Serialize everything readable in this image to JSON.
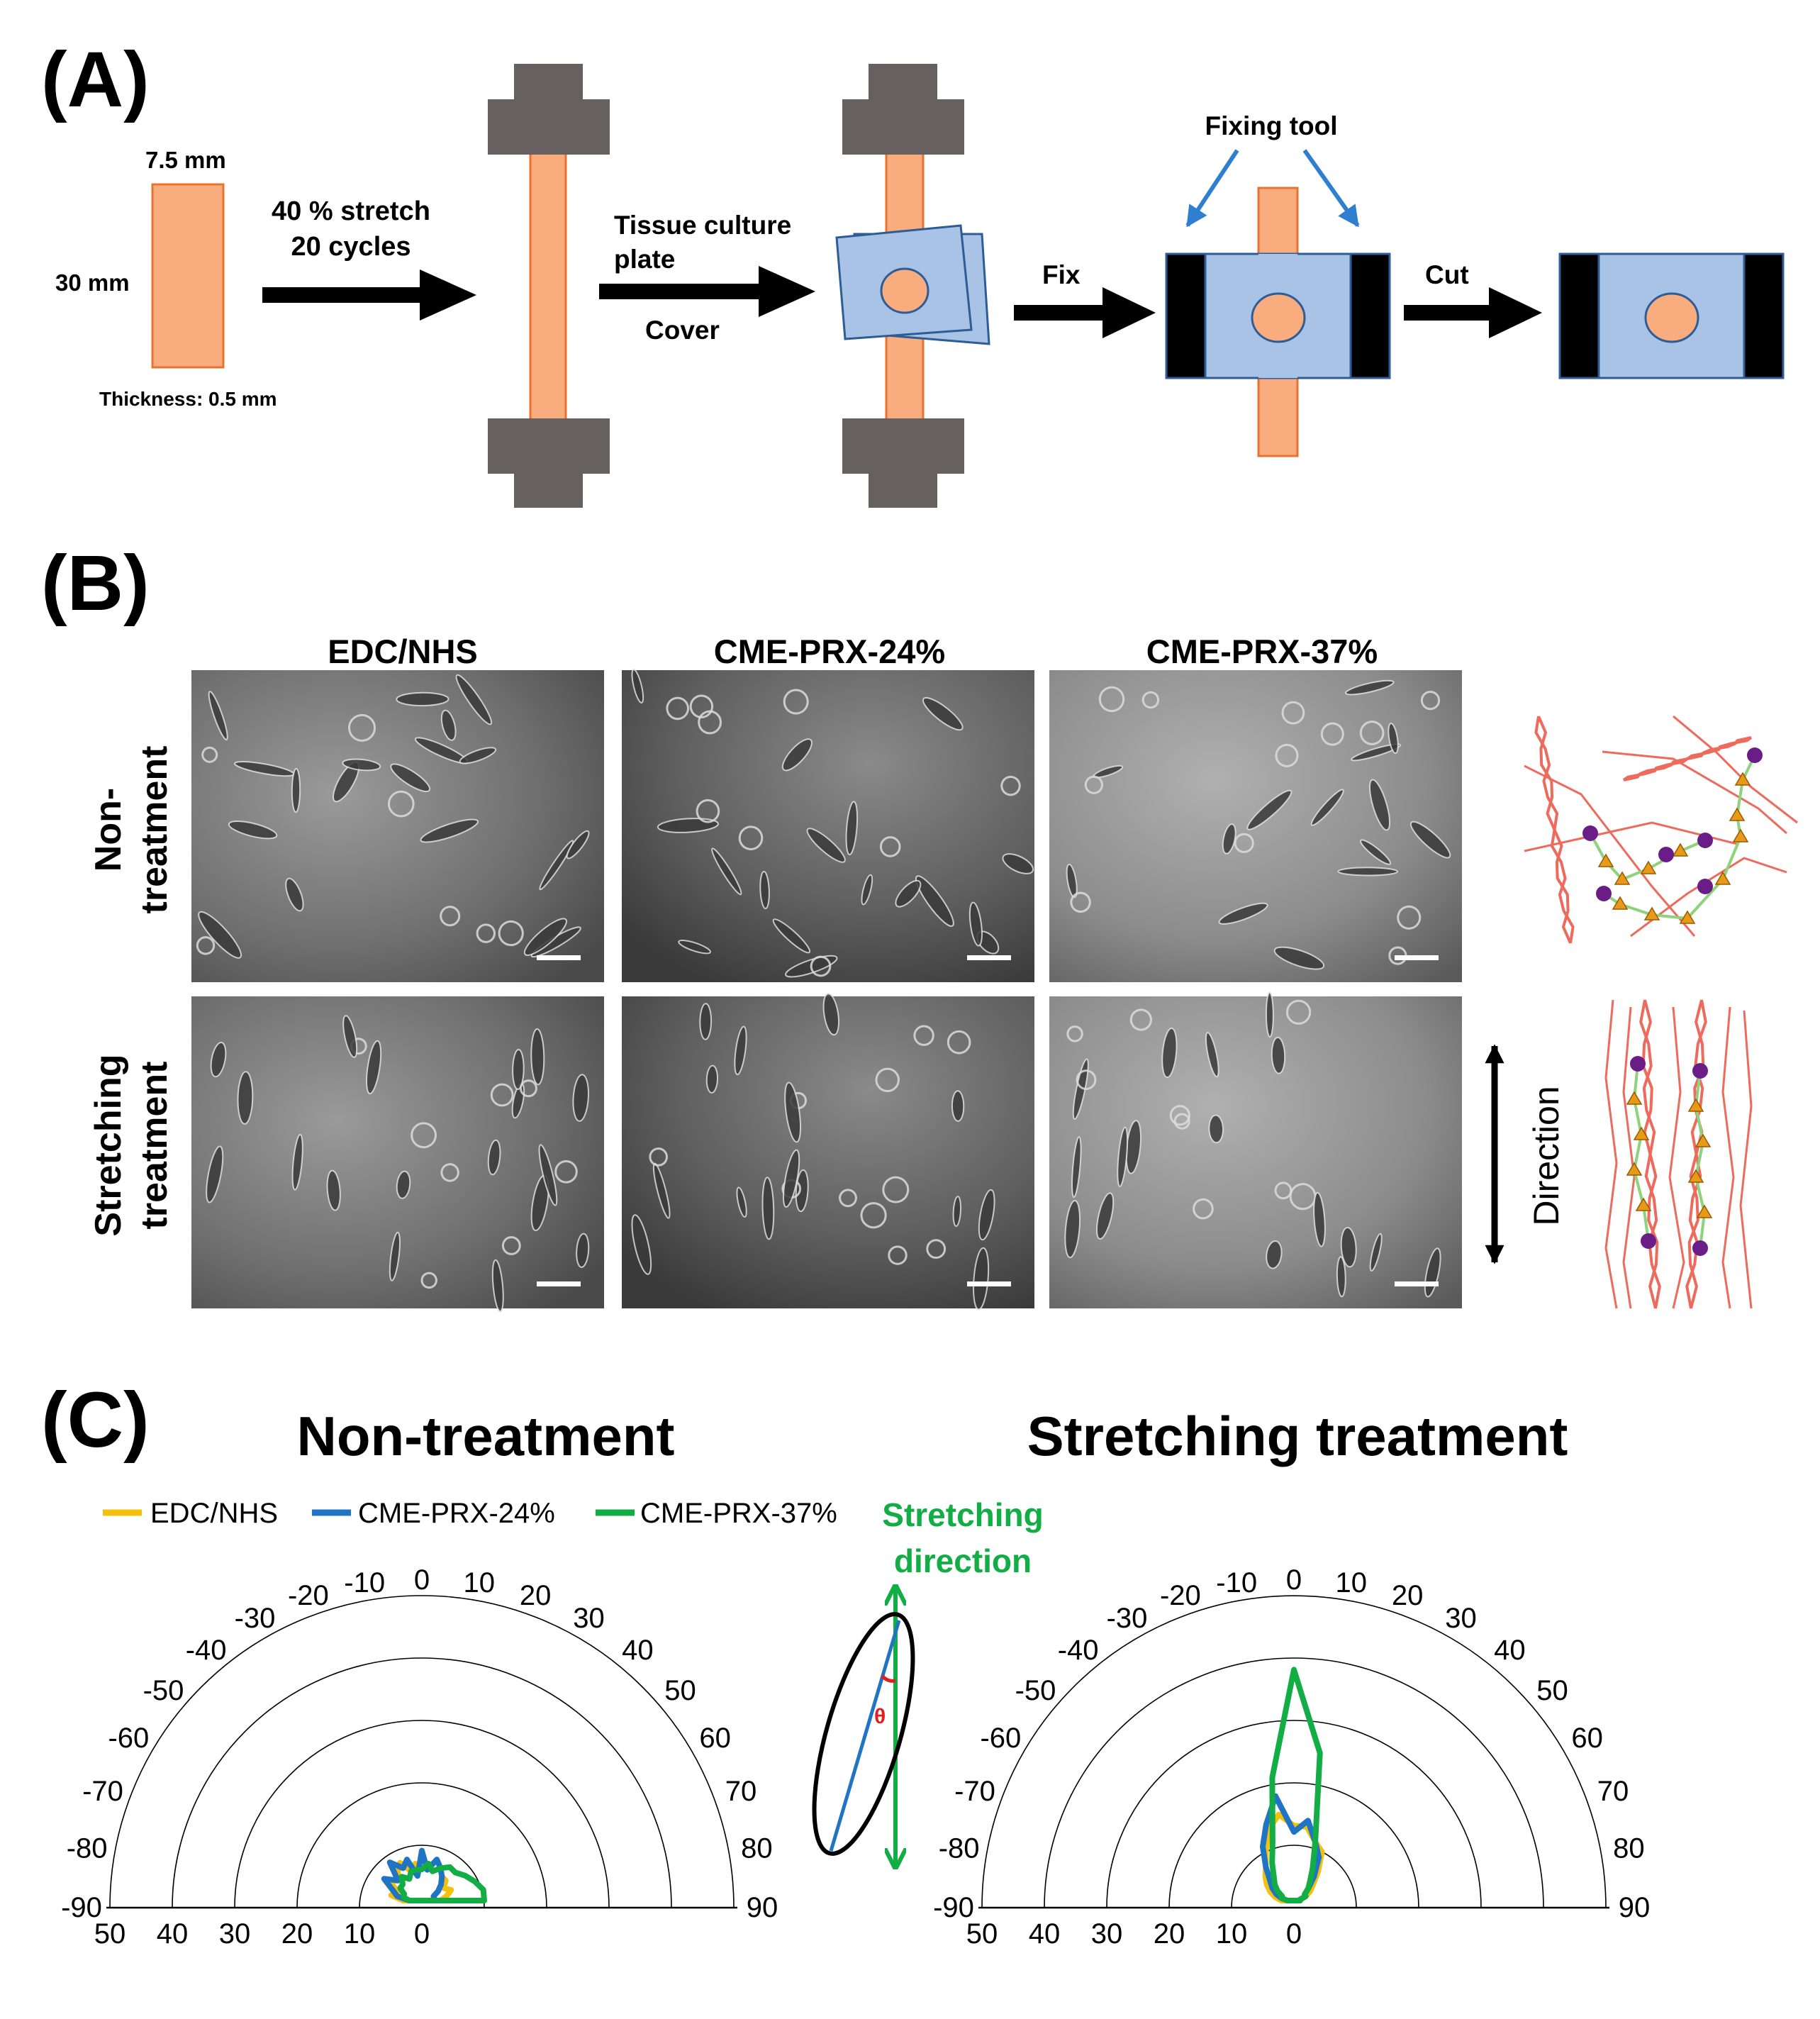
{
  "panels": {
    "A": {
      "label": "(A)",
      "dims": {
        "width": "7.5 mm",
        "length": "30 mm",
        "thickness": "Thickness: 0.5 mm"
      },
      "step1": {
        "line1": "40 % stretch",
        "line2": "20 cycles"
      },
      "step2": {
        "line1": "Tissue culture",
        "line2": "plate",
        "line3": "Cover"
      },
      "step3": "Fix",
      "step4": "Cut",
      "fixing_tool": "Fixing tool"
    },
    "B": {
      "label": "(B)",
      "columns": [
        "EDC/NHS",
        "CME-PRX-24%",
        "CME-PRX-37%"
      ],
      "rows": [
        {
          "line1": "Non-",
          "line2": "treatment"
        },
        {
          "line1": "Stretching",
          "line2": "treatment"
        }
      ],
      "direction": "Direction"
    },
    "C": {
      "label": "(C)",
      "left_title": "Non-treatment",
      "right_title": "Stretching treatment",
      "legend": [
        "EDC/NHS",
        "CME-PRX-24%",
        "CME-PRX-37%"
      ],
      "stretch_label": {
        "line1": "Stretching",
        "line2": "direction"
      },
      "theta": "θ"
    }
  },
  "colors": {
    "strip": "#f9ad7f",
    "strip_edge": "#e8732e",
    "clamp": "#666060",
    "plate": "#a9c3e6",
    "plate_edge": "#2e5c96",
    "arrow_blue": "#2f7fd0",
    "edc": "#f3c00e",
    "prx24": "#1f74c4",
    "prx37": "#12ad44",
    "fiber": "#ee6a5d",
    "sphere": "#6a1d86",
    "ring": "#e69a18",
    "axle": "#8ed27b",
    "label_green": "#12ad44"
  },
  "chart_data": [
    {
      "type": "polar",
      "title": "Non-treatment",
      "angle_ticks": [
        -90,
        -80,
        -70,
        -60,
        -50,
        -40,
        -30,
        -20,
        -10,
        0,
        10,
        20,
        30,
        40,
        50,
        60,
        70,
        80,
        90
      ],
      "radial_ticks": [
        50,
        40,
        30,
        20,
        10,
        0
      ],
      "rmax": 50,
      "series": [
        {
          "name": "EDC/NHS",
          "points": [
            [
              -90,
              3
            ],
            [
              -80,
              5
            ],
            [
              -70,
              4
            ],
            [
              -60,
              6
            ],
            [
              -50,
              5
            ],
            [
              -40,
              6
            ],
            [
              -30,
              7
            ],
            [
              -20,
              5
            ],
            [
              -10,
              6
            ],
            [
              0,
              5
            ],
            [
              10,
              6
            ],
            [
              20,
              5
            ],
            [
              30,
              6
            ],
            [
              40,
              5
            ],
            [
              50,
              5
            ],
            [
              60,
              4
            ],
            [
              70,
              5
            ],
            [
              80,
              4
            ],
            [
              90,
              3
            ]
          ]
        },
        {
          "name": "CME-PRX-24%",
          "points": [
            [
              -90,
              2
            ],
            [
              -80,
              4
            ],
            [
              -70,
              5
            ],
            [
              -60,
              7
            ],
            [
              -50,
              5
            ],
            [
              -40,
              8
            ],
            [
              -30,
              6
            ],
            [
              -20,
              7
            ],
            [
              -10,
              4
            ],
            [
              0,
              8
            ],
            [
              10,
              5
            ],
            [
              20,
              7
            ],
            [
              30,
              6
            ],
            [
              40,
              5
            ],
            [
              50,
              4
            ],
            [
              60,
              3
            ],
            [
              70,
              2
            ],
            [
              80,
              2
            ],
            [
              90,
              2
            ]
          ]
        },
        {
          "name": "CME-PRX-37%",
          "points": [
            [
              -90,
              2
            ],
            [
              -80,
              3
            ],
            [
              -70,
              3
            ],
            [
              -60,
              4
            ],
            [
              -50,
              4
            ],
            [
              -40,
              5
            ],
            [
              -30,
              4
            ],
            [
              -20,
              5
            ],
            [
              -10,
              5
            ],
            [
              0,
              5
            ],
            [
              10,
              6
            ],
            [
              20,
              5
            ],
            [
              30,
              6
            ],
            [
              40,
              7
            ],
            [
              50,
              7
            ],
            [
              60,
              8
            ],
            [
              70,
              9
            ],
            [
              80,
              10
            ],
            [
              90,
              10
            ]
          ]
        }
      ]
    },
    {
      "type": "polar",
      "title": "Stretching treatment",
      "angle_ticks": [
        -90,
        -80,
        -70,
        -60,
        -50,
        -40,
        -30,
        -20,
        -10,
        0,
        10,
        20,
        30,
        40,
        50,
        60,
        70,
        80,
        90
      ],
      "radial_ticks": [
        50,
        40,
        30,
        20,
        10,
        0
      ],
      "rmax": 50,
      "series": [
        {
          "name": "EDC/NHS",
          "points": [
            [
              -90,
              2
            ],
            [
              -80,
              3
            ],
            [
              -70,
              4
            ],
            [
              -60,
              5
            ],
            [
              -50,
              6
            ],
            [
              -40,
              7
            ],
            [
              -30,
              9
            ],
            [
              -20,
              12
            ],
            [
              -10,
              14
            ],
            [
              0,
              12
            ],
            [
              10,
              12
            ],
            [
              20,
              10
            ],
            [
              30,
              9
            ],
            [
              40,
              6
            ],
            [
              50,
              4
            ],
            [
              60,
              3
            ],
            [
              70,
              2
            ],
            [
              80,
              1
            ],
            [
              90,
              1
            ]
          ]
        },
        {
          "name": "CME-PRX-24%",
          "points": [
            [
              -90,
              1
            ],
            [
              -80,
              2
            ],
            [
              -70,
              3
            ],
            [
              -60,
              4
            ],
            [
              -50,
              5
            ],
            [
              -40,
              7
            ],
            [
              -30,
              10
            ],
            [
              -20,
              13
            ],
            [
              -10,
              17
            ],
            [
              0,
              11
            ],
            [
              10,
              13
            ],
            [
              20,
              10
            ],
            [
              30,
              8
            ],
            [
              40,
              5
            ],
            [
              50,
              3
            ],
            [
              60,
              2
            ],
            [
              70,
              2
            ],
            [
              80,
              1
            ],
            [
              90,
              1
            ]
          ]
        },
        {
          "name": "CME-PRX-37%",
          "points": [
            [
              -90,
              1
            ],
            [
              -80,
              2
            ],
            [
              -70,
              2
            ],
            [
              -60,
              3
            ],
            [
              -50,
              4
            ],
            [
              -40,
              5
            ],
            [
              -30,
              7
            ],
            [
              -20,
              10
            ],
            [
              -10,
              20
            ],
            [
              0,
              37
            ],
            [
              10,
              24
            ],
            [
              20,
              10
            ],
            [
              30,
              6
            ],
            [
              40,
              4
            ],
            [
              50,
              3
            ],
            [
              60,
              2
            ],
            [
              70,
              2
            ],
            [
              80,
              1
            ],
            [
              90,
              1
            ]
          ]
        }
      ]
    }
  ]
}
